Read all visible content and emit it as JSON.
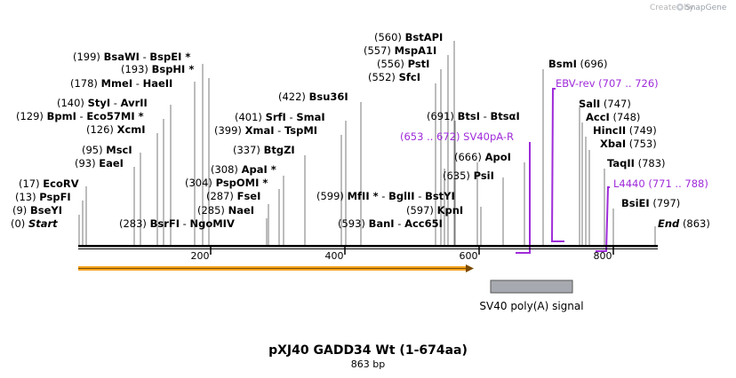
{
  "credit": {
    "text": "Created by",
    "brand": "SnapGene"
  },
  "title": "pXJ40 GADD34 Wt (1-674aa)",
  "subtitle": "863 bp",
  "sequence_length": 863,
  "ruler_ticks": [
    "200",
    "400",
    "600",
    "800"
  ],
  "ends": {
    "start_pos": "(0)",
    "start_name": "Start",
    "end_name": "End",
    "end_pos": "(863)"
  },
  "left_labels": [
    {
      "pos": "(199)",
      "name": "BsaWI",
      "pair": "BspEI *",
      "site": 199
    },
    {
      "pos": "(193)",
      "name": "BspHI *",
      "pair": "",
      "site": 193
    },
    {
      "pos": "(178)",
      "name": "MmeI",
      "pair": "HaeII",
      "site": 178
    },
    {
      "pos": "(140)",
      "name": "StyI",
      "pair": "AvrII",
      "site": 140
    },
    {
      "pos": "(129)",
      "name": "BpmI",
      "pair": "Eco57MI *",
      "site": 129
    },
    {
      "pos": "(126)",
      "name": "XcmI",
      "pair": "",
      "site": 126
    },
    {
      "pos": "(95)",
      "name": "MscI",
      "pair": "",
      "site": 95
    },
    {
      "pos": "(93)",
      "name": "EaeI",
      "pair": "",
      "site": 93
    },
    {
      "pos": "(17)",
      "name": "EcoRV",
      "pair": "",
      "site": 17
    },
    {
      "pos": "(13)",
      "name": "PspFI",
      "pair": "",
      "site": 13
    },
    {
      "pos": "(9)",
      "name": "BseYI",
      "pair": "",
      "site": 9
    }
  ],
  "mid_labels": [
    {
      "pos": "(422)",
      "name": "Bsu36I",
      "pair": "",
      "site": 422
    },
    {
      "pos": "(401)",
      "name": "SrfI",
      "pair": "SmaI",
      "site": 401
    },
    {
      "pos": "(399)",
      "name": "XmaI",
      "pair": "TspMI",
      "site": 399
    },
    {
      "pos": "(337)",
      "name": "BtgZI",
      "pair": "",
      "site": 337
    },
    {
      "pos": "(308)",
      "name": "ApaI *",
      "pair": "",
      "site": 308
    },
    {
      "pos": "(304)",
      "name": "PspOMI *",
      "pair": "",
      "site": 304
    },
    {
      "pos": "(287)",
      "name": "FseI",
      "pair": "",
      "site": 287
    },
    {
      "pos": "(285)",
      "name": "NaeI",
      "pair": "",
      "site": 285
    }
  ],
  "bottom_labels": [
    {
      "pos": "(283)",
      "name": "BsrFI",
      "pair": "NgoMIV",
      "site": 283
    },
    {
      "pos": "(599)",
      "name": "MfII *",
      "pair": "BglII",
      "pair2": "BstYI",
      "site": 599
    },
    {
      "pos": "(593)",
      "name": "BanI",
      "pair": "Acc65I",
      "site": 593
    }
  ],
  "top_mid_labels": [
    {
      "pos": "(560)",
      "name": "BstAPI",
      "site": 560
    },
    {
      "pos": "(557)",
      "name": "MspA1I",
      "site": 557
    },
    {
      "pos": "(556)",
      "name": "PstI",
      "site": 556
    },
    {
      "pos": "(552)",
      "name": "SfcI",
      "site": 552
    },
    {
      "pos": "(691)",
      "name": "BtsI",
      "pair": "BtsαI",
      "site": 691
    },
    {
      "pos": "(666)",
      "name": "ApoI",
      "site": 666
    },
    {
      "pos": "(635)",
      "name": "PsiI",
      "site": 635
    },
    {
      "pos": "(597)",
      "name": "KpnI",
      "site": 597
    }
  ],
  "right_labels": [
    {
      "name": "BsmI",
      "pos": "(696)",
      "site": 696
    },
    {
      "name": "SalI",
      "pos": "(747)",
      "site": 747
    },
    {
      "name": "AccI",
      "pos": "(748)",
      "site": 748
    },
    {
      "name": "HincII",
      "pos": "(749)",
      "site": 749
    },
    {
      "name": "XbaI",
      "pos": "(753)",
      "site": 753
    },
    {
      "name": "TaqII",
      "pos": "(783)",
      "site": 783
    },
    {
      "name": "BsiEI",
      "pos": "(797)",
      "site": 797
    }
  ],
  "primers": [
    {
      "name": "EBV-rev",
      "range": "(707 .. 726)"
    },
    {
      "name": "SV40pA-R",
      "range": "(653 .. 672)"
    },
    {
      "name": "L4440",
      "range": "(771 .. 788)"
    }
  ],
  "features": [
    {
      "name": "SV40 poly(A) signal",
      "color": "#a7a9b0"
    }
  ],
  "orf": {
    "color": "#f5a623",
    "start": 0,
    "end": 583
  },
  "colors": {
    "primer": "#9f2bd9",
    "backbone": "#000000",
    "feature_border": "#555555"
  }
}
